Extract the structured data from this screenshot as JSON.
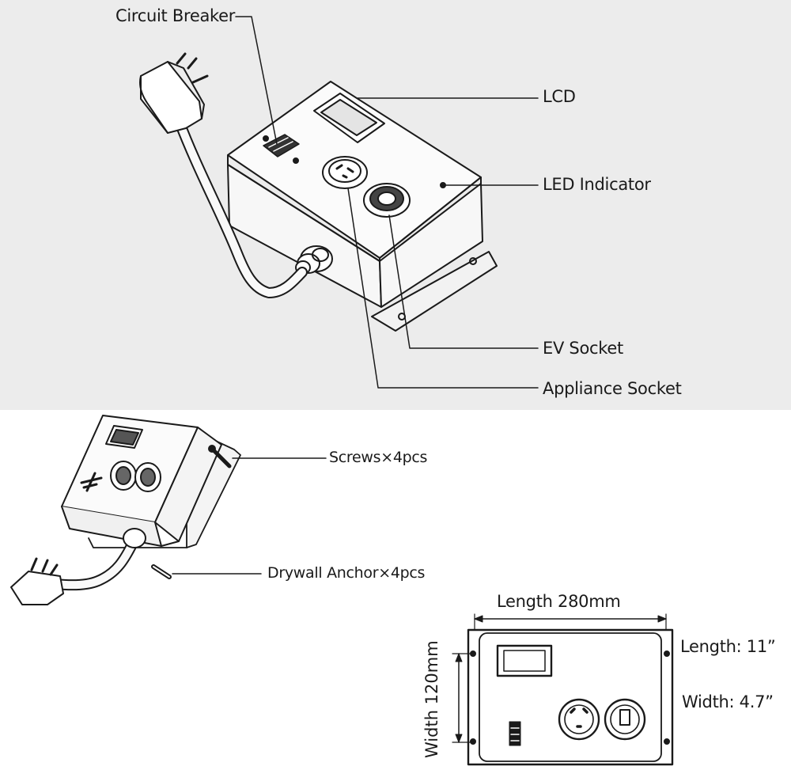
{
  "callouts": {
    "circuit_breaker": "Circuit Breaker",
    "lcd": "LCD",
    "led_indicator": "LED Indicator",
    "ev_socket": "EV Socket",
    "appliance_socket": "Appliance Socket"
  },
  "accessories": {
    "screws": "Screws×4pcs",
    "drywall_anchor": "Drywall Anchor×4pcs"
  },
  "dimensions": {
    "length_mm": "Length  280mm",
    "width_mm": "Width  120mm",
    "length_in": "Length: 11”",
    "width_in": "Width: 4.7”"
  },
  "colors": {
    "top_background": "#ececec",
    "line": "#1a1a1a"
  }
}
